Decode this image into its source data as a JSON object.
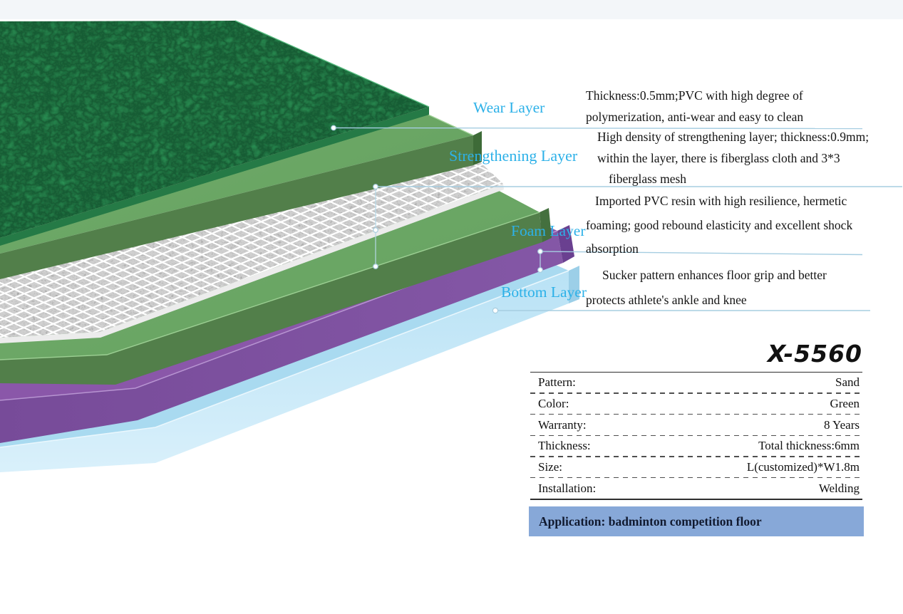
{
  "product": {
    "model": "X-5560"
  },
  "diagram": {
    "label_color": "#2db1e8",
    "layers": [
      {
        "label": "Wear Layer",
        "description_lines": [
          "Thickness:0.5mm;PVC with high degree of",
          "polymerization, anti-wear and easy to clean"
        ]
      },
      {
        "label": "Strengthening Layer",
        "description_lines": [
          "High density of strengthening layer; thickness:0.9mm;",
          "within the layer, there is fiberglass cloth and 3*3",
          "fiberglass mesh"
        ]
      },
      {
        "label": "Foam Layer",
        "description_lines": [
          "Imported PVC resin with high resilience, hermetic",
          "foaming; good rebound elasticity and excellent shock",
          "absorption"
        ]
      },
      {
        "label": "Bottom Layer",
        "description_lines": [
          "Sucker pattern enhances floor grip and better",
          "protects athlete's ankle and knee"
        ]
      }
    ],
    "layer_colors": {
      "wear_texture_green": "#2f9f5d",
      "strengthening_green": "#6ba765",
      "fiberglass_mesh_gray": "#d9d9d9",
      "foam_purple": "#8a57a9",
      "bottom_blue": "#a9daf0"
    }
  },
  "specs": {
    "rows": [
      {
        "label": "Pattern:",
        "value": "Sand"
      },
      {
        "label": "Color:",
        "value": "Green"
      },
      {
        "label": "Warranty:",
        "value": "8 Years"
      },
      {
        "label": "Thickness:",
        "value": "Total thickness:6mm"
      },
      {
        "label": "Size:",
        "value": "L(customized)*W1.8m"
      },
      {
        "label": "Installation:",
        "value": "Welding"
      }
    ]
  },
  "application": {
    "text": "Application: badminton competition floor",
    "bar_color": "#87a8d8"
  }
}
